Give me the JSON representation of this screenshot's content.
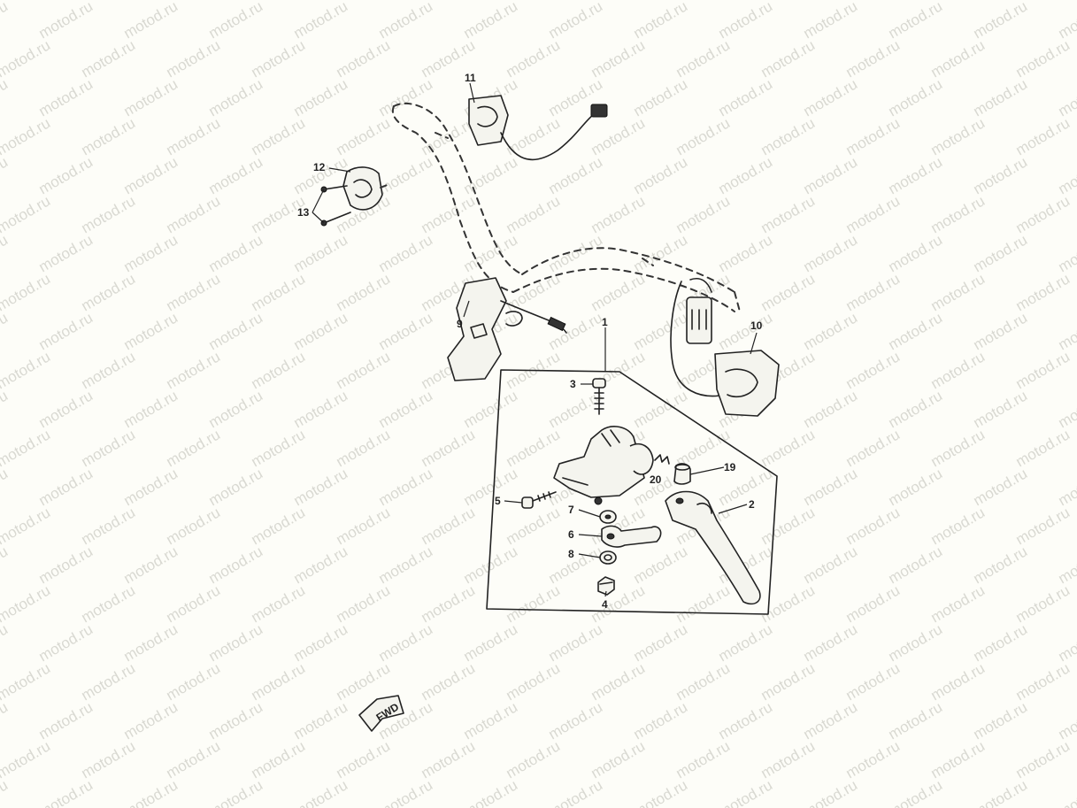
{
  "watermark": "motod.ru",
  "fwd_badge": "FWD",
  "callouts": [
    "1",
    "2",
    "3",
    "4",
    "5",
    "6",
    "7",
    "8",
    "9",
    "10",
    "11",
    "12",
    "13",
    "19",
    "20"
  ]
}
